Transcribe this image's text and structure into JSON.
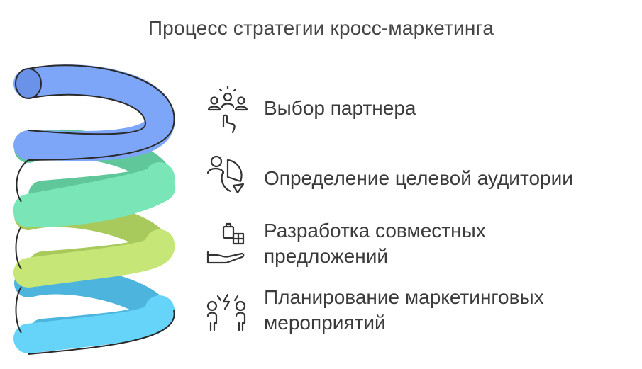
{
  "title": "Процесс стратегии кросс-маркетинга",
  "steps": [
    {
      "lines": [
        "Выбор партнера"
      ],
      "icon": "partner-selection-icon",
      "color": "#7ea6f8"
    },
    {
      "lines": [
        "Определение целевой аудитории"
      ],
      "icon": "target-audience-icon",
      "color": "#7ae6b8"
    },
    {
      "lines": [
        "Разработка совместных",
        "предложений"
      ],
      "icon": "joint-offer-icon",
      "color": "#c6e678"
    },
    {
      "lines": [
        "Планирование маркетинговых",
        "мероприятий"
      ],
      "icon": "marketing-events-icon",
      "color": "#66d4f8"
    }
  ]
}
